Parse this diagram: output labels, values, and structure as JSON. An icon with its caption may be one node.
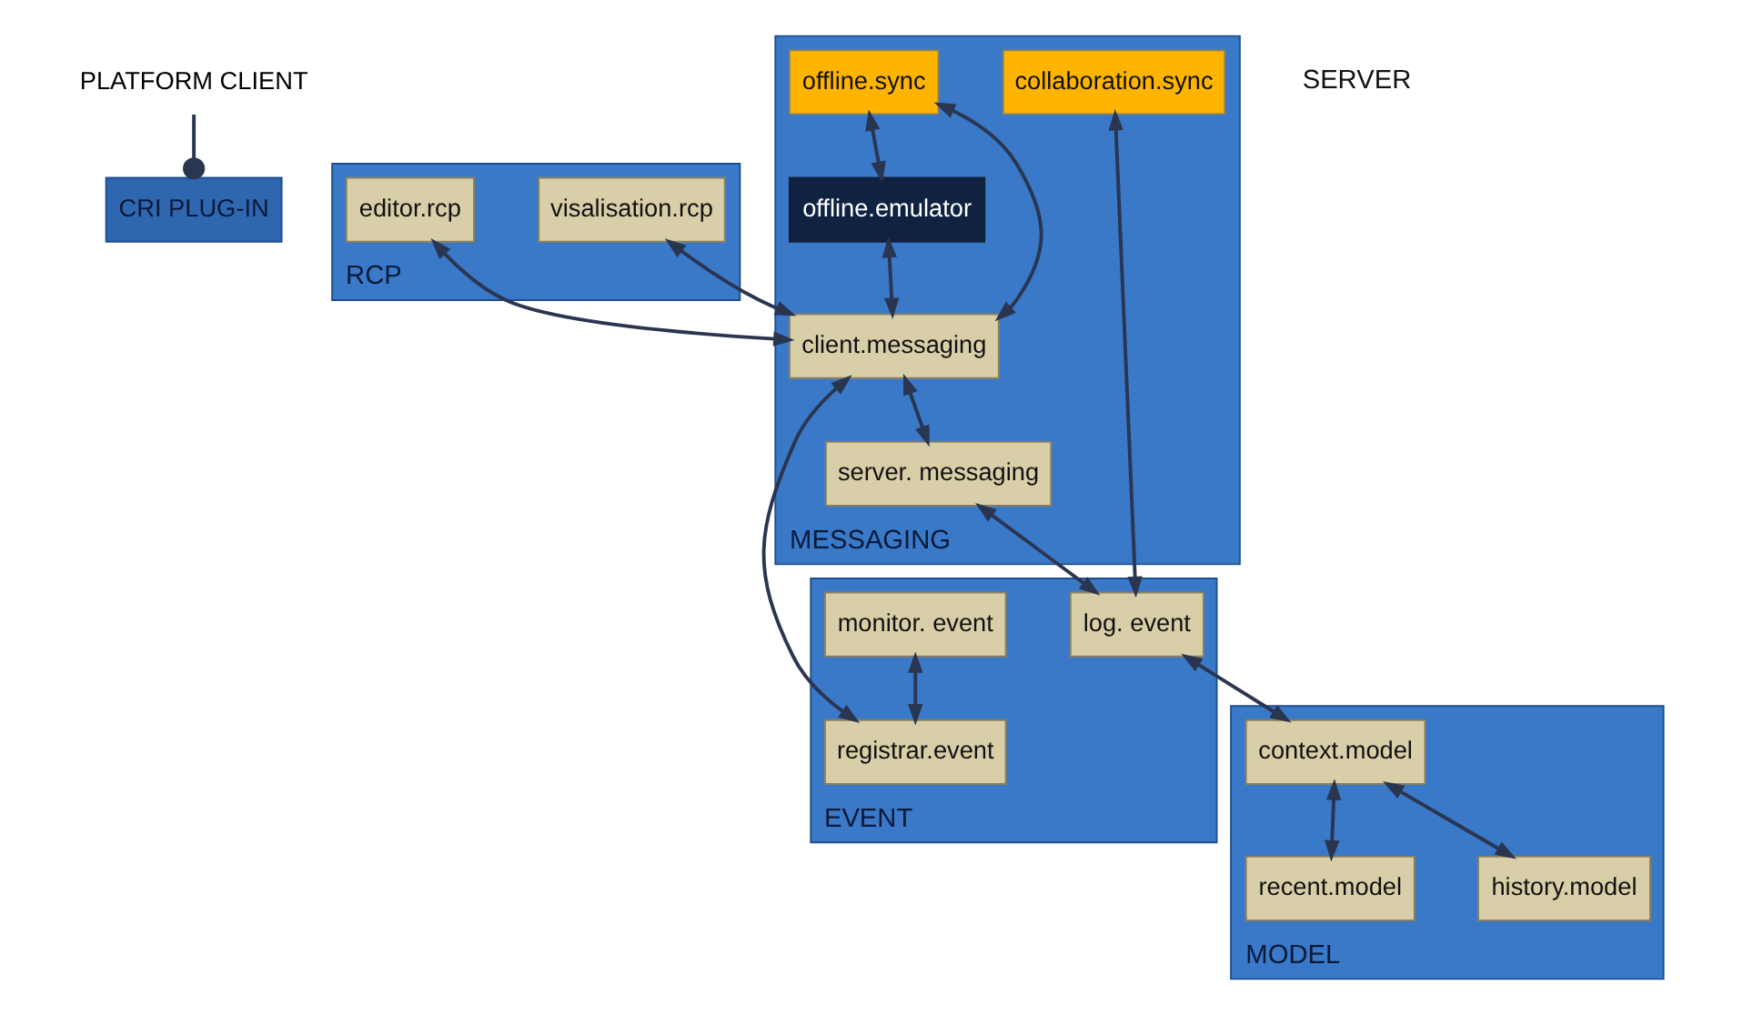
{
  "diagram": {
    "nodes": [
      {
        "text": [
          "PLATFORM CLIENT"
        ]
      },
      {
        "text": [
          "CRI PLUG-IN"
        ]
      },
      {
        "text": [
          "RCP"
        ]
      },
      {
        "text": [
          "visalisation.rcp"
        ],
        "in": 2
      },
      {
        "text": [
          "editor.rcp"
        ],
        "in": 2
      },
      {
        "text": [
          "MESSAGING"
        ]
      },
      {
        "text": [
          "offline.sync"
        ],
        "in": 5
      },
      {
        "text": [
          "offline.emulator"
        ],
        "in": 5
      },
      {
        "text": [
          "client.messaging"
        ],
        "in": 5
      },
      {
        "text": [
          "server. messaging"
        ],
        "in": 5
      },
      {
        "text": [
          "collaboration.sync"
        ],
        "in": 5
      },
      {
        "text": [
          "EVENT"
        ]
      },
      {
        "text": [
          "monitor. event"
        ],
        "in": 11
      },
      {
        "text": [
          "registrar.event"
        ],
        "in": 11
      },
      {
        "text": [
          "log. event"
        ],
        "in": 11
      },
      {
        "text": [
          "MODEL"
        ]
      },
      {
        "text": [
          "context.model"
        ],
        "in": 15
      },
      {
        "text": [
          "recent.model"
        ],
        "in": 15
      },
      {
        "text": [
          "history.model"
        ],
        "in": 15
      }
    ],
    "edges": [
      {
        "from": 0,
        "to": 1,
        "arrow": "other"
      },
      {
        "from": 3,
        "to": 8,
        "arrow": "both"
      },
      {
        "from": 4,
        "to": 8,
        "arrow": "both"
      },
      {
        "from": 6,
        "to": 8,
        "arrow": "both"
      },
      {
        "from": 6,
        "to": 7,
        "arrow": "both"
      },
      {
        "from": 7,
        "to": 8,
        "arrow": "both"
      },
      {
        "from": 8,
        "to": 9,
        "arrow": "both"
      },
      {
        "from": 9,
        "to": 14,
        "arrow": "both"
      },
      {
        "from": 10,
        "to": 14,
        "arrow": "both"
      },
      {
        "from": 8,
        "to": 13,
        "arrow": "both"
      },
      {
        "from": 12,
        "to": 13,
        "arrow": "both"
      },
      {
        "from": 14,
        "to": 16,
        "arrow": "both"
      },
      {
        "from": 16,
        "to": 17,
        "arrow": "both"
      },
      {
        "from": 16,
        "to": 18,
        "arrow": "both"
      }
    ],
    "labels": [
      "SERVER"
    ]
  }
}
